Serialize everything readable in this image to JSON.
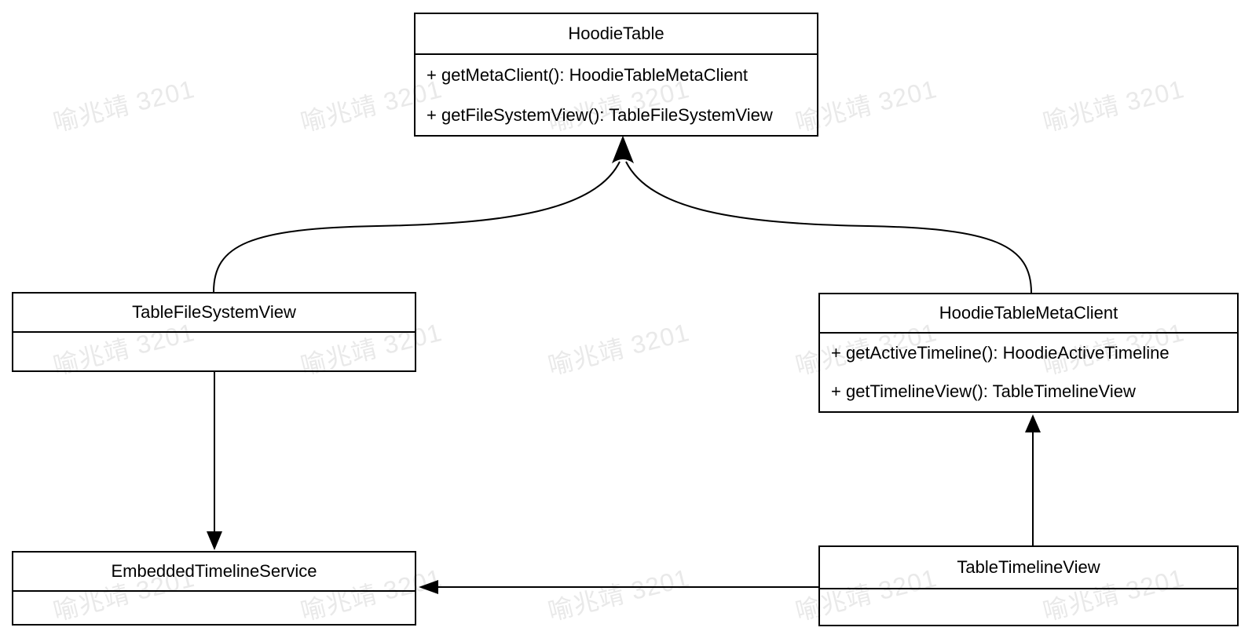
{
  "diagram": {
    "kind": "uml-class-diagram",
    "classes": [
      {
        "name": "HoodieTable",
        "methods": [
          "+ getMetaClient(): HoodieTableMetaClient",
          "+ getFileSystemView(): TableFileSystemView"
        ]
      },
      {
        "name": "TableFileSystemView",
        "methods": []
      },
      {
        "name": "HoodieTableMetaClient",
        "methods": [
          "+ getActiveTimeline(): HoodieActiveTimeline",
          "+ getTimelineView(): TableTimelineView"
        ]
      },
      {
        "name": "EmbeddedTimelineService",
        "methods": []
      },
      {
        "name": "TableTimelineView",
        "methods": []
      }
    ],
    "relations": [
      {
        "from": "TableFileSystemView",
        "to": "HoodieTable",
        "style": "curved",
        "arrowhead": "filled"
      },
      {
        "from": "HoodieTableMetaClient",
        "to": "HoodieTable",
        "style": "curved",
        "arrowhead": "filled"
      },
      {
        "from": "TableFileSystemView",
        "to": "EmbeddedTimelineService",
        "style": "straight",
        "arrowhead": "filled"
      },
      {
        "from": "TableTimelineView",
        "to": "HoodieTableMetaClient",
        "style": "straight",
        "arrowhead": "filled"
      },
      {
        "from": "TableTimelineView",
        "to": "EmbeddedTimelineService",
        "style": "straight",
        "arrowhead": "filled"
      }
    ],
    "watermark": {
      "text": "喻兆靖 3201",
      "color": "#e9e9e9"
    },
    "colors": {
      "line": "#000000",
      "background": "#ffffff",
      "text": "#000000"
    }
  }
}
